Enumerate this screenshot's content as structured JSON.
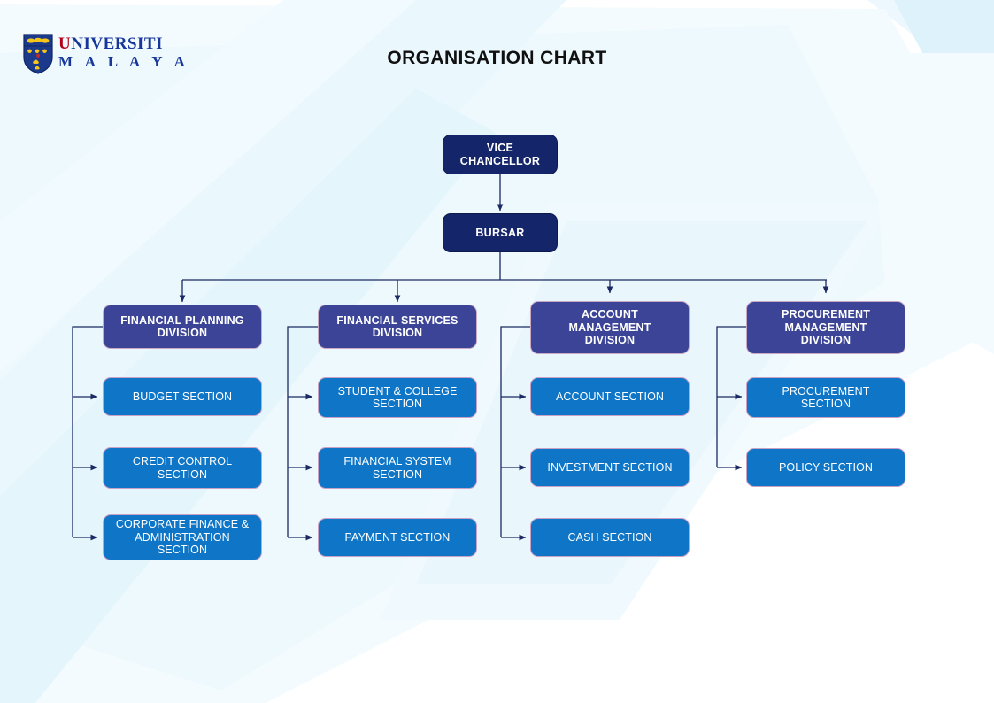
{
  "header": {
    "title": "ORGANISATION CHART",
    "logo": {
      "line1_part1": "UNIVERSITI",
      "line1_part1_initial": "U",
      "line2": "M A L A Y A",
      "crest_icon": "university-malaya-crest"
    }
  },
  "colors": {
    "top_node_fill": "#152569",
    "division_fill": "#3b4496",
    "section_fill": "#0f76c7",
    "node_frame": "#f2f2f2",
    "division_border": "#c9a8c4",
    "section_border": "#c9a0c6",
    "connector": "#1b2a63",
    "background": "#ffffff",
    "background_tint": "#e8f6fc",
    "title_text": "#111111",
    "node_text": "#ffffff",
    "logo_red": "#b3001b",
    "logo_blue": "#17379b"
  },
  "chart": {
    "root": {
      "label": "VICE\nCHANCELLOR"
    },
    "second": {
      "label": "BURSAR"
    },
    "columns": [
      {
        "division": {
          "label": "FINANCIAL PLANNING\nDIVISION"
        },
        "sections": [
          {
            "label": "BUDGET SECTION"
          },
          {
            "label": "CREDIT CONTROL\nSECTION"
          },
          {
            "label": "CORPORATE FINANCE &\nADMINISTRATION\nSECTION"
          }
        ]
      },
      {
        "division": {
          "label": "FINANCIAL SERVICES\nDIVISION"
        },
        "sections": [
          {
            "label": "STUDENT & COLLEGE\nSECTION"
          },
          {
            "label": "FINANCIAL SYSTEM\nSECTION"
          },
          {
            "label": "PAYMENT SECTION"
          }
        ]
      },
      {
        "division": {
          "label": "ACCOUNT\nMANAGEMENT\nDIVISION"
        },
        "sections": [
          {
            "label": "ACCOUNT SECTION"
          },
          {
            "label": "INVESTMENT SECTION"
          },
          {
            "label": "CASH SECTION"
          }
        ]
      },
      {
        "division": {
          "label": "PROCUREMENT\nMANAGEMENT\nDIVISION"
        },
        "sections": [
          {
            "label": "PROCUREMENT\nSECTION"
          },
          {
            "label": "POLICY SECTION"
          }
        ]
      }
    ]
  }
}
